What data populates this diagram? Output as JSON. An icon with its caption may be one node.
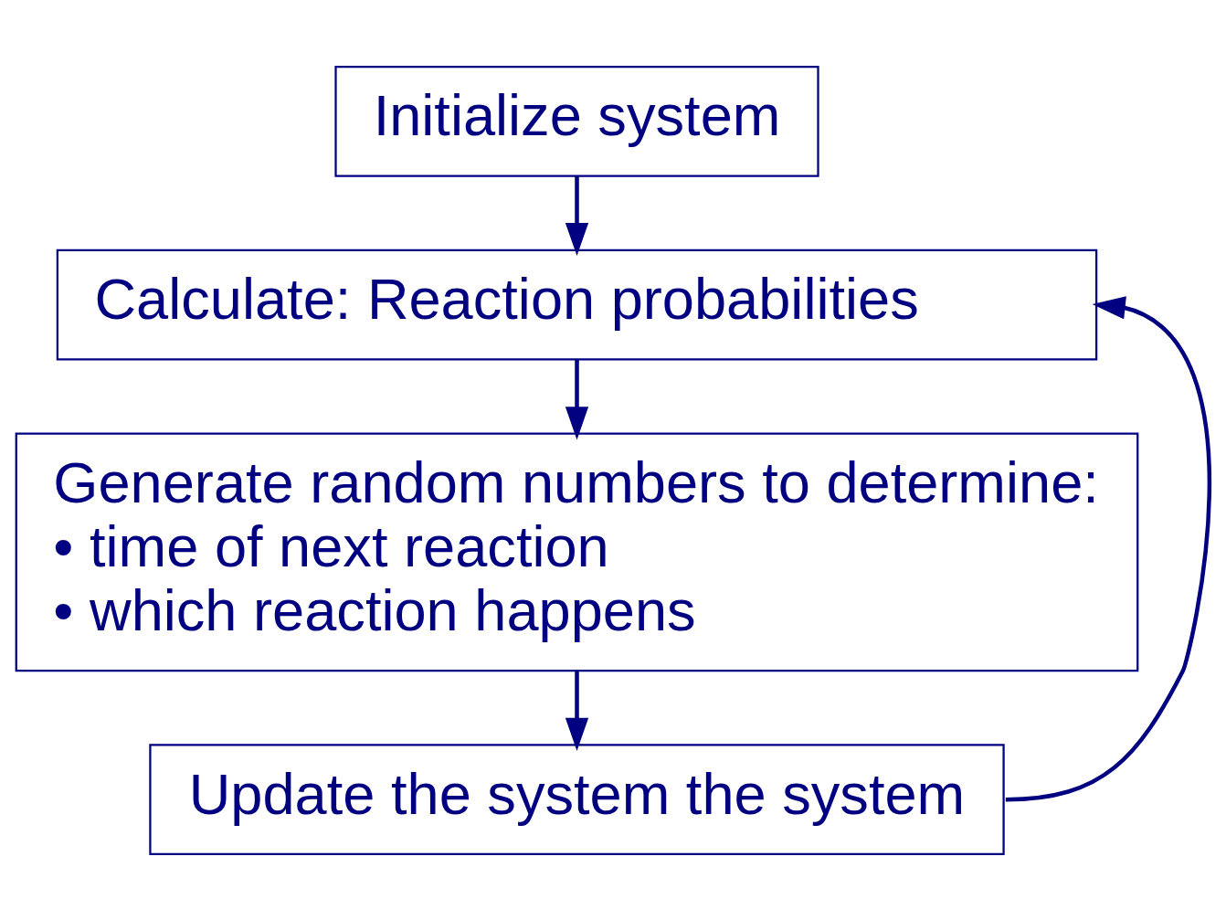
{
  "diagram": {
    "nodes": [
      {
        "text": [
          "Initialize system"
        ]
      },
      {
        "text": [
          "Calculate: Reaction probabilities"
        ]
      },
      {
        "text": [
          "Generate random numbers to determine:",
          "• time of next reaction",
          "• which reaction happens"
        ]
      },
      {
        "text": [
          "Update the system the system"
        ]
      }
    ],
    "edges": [
      {
        "from": 0,
        "to": 1,
        "arrow": "to"
      },
      {
        "from": 1,
        "to": 2,
        "arrow": "to"
      },
      {
        "from": 2,
        "to": 3,
        "arrow": "to"
      },
      {
        "from": 3,
        "to": 1,
        "arrow": "to"
      }
    ]
  }
}
